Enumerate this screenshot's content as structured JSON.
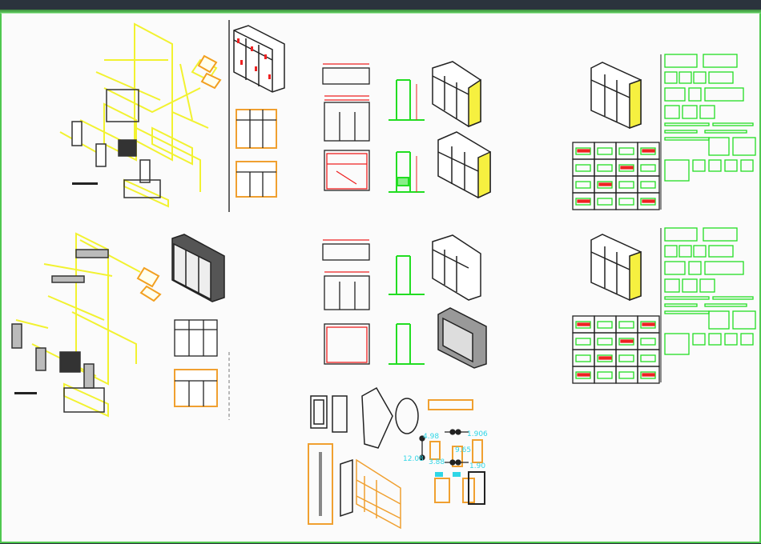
{
  "window": {
    "title_bar": ""
  },
  "colors": {
    "title_bar": "#2b333d",
    "border": "#4fc84f",
    "canvas": "#fbfbfb",
    "exploded_lines": "#f2f230",
    "section_green": "#22dd22",
    "dimension_red": "#ee2020",
    "wood_orange": "#f0a030",
    "dimension_cyan": "#2fd6e6"
  },
  "detail_dimensions": [
    "4.98",
    "1.906",
    "9.65",
    "12.08",
    "3.88",
    "1.90"
  ]
}
